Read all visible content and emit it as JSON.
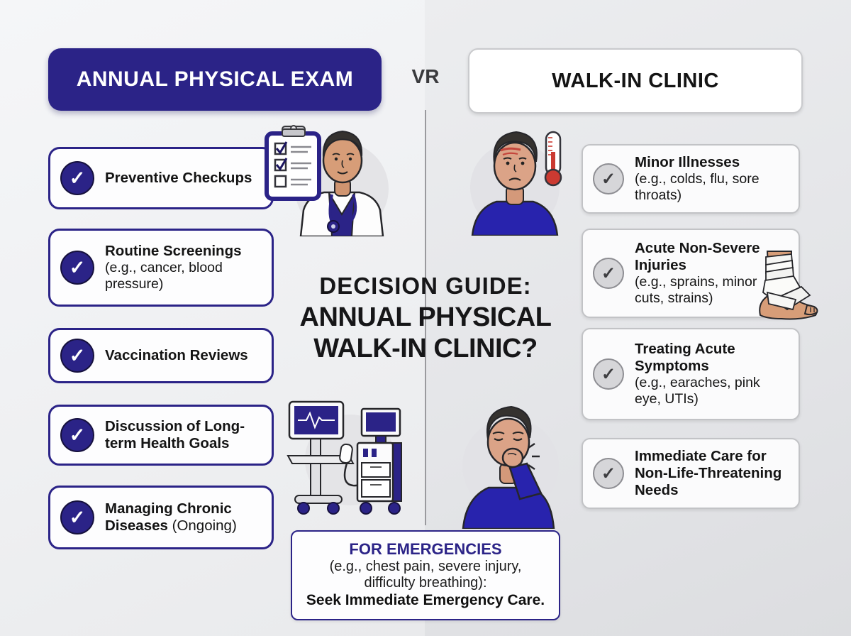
{
  "header": {
    "left_title": "ANNUAL PHYSICAL EXAM",
    "versus_label": "VR",
    "right_title": "WALK-IN CLINIC"
  },
  "center_title": {
    "line1": "DECISION GUIDE:",
    "line2": "ANNUAL PHYSICAL",
    "line3": "WALK-IN CLINIC?"
  },
  "left_column": {
    "items": [
      {
        "title": "Preventive Checkups",
        "suffix": "",
        "subtitle": ""
      },
      {
        "title": "Routine Screenings",
        "suffix": "",
        "subtitle": "(e.g., cancer, blood pressure)"
      },
      {
        "title": "Vaccination Reviews",
        "suffix": "",
        "subtitle": ""
      },
      {
        "title": "Discussion of Long-term Health Goals",
        "suffix": "",
        "subtitle": ""
      },
      {
        "title": "Managing Chronic Diseases",
        "suffix": " (Ongoing)",
        "subtitle": ""
      }
    ]
  },
  "right_column": {
    "items": [
      {
        "title": "Minor Illnesses",
        "subtitle": "(e.g., colds, flu, sore throats)"
      },
      {
        "title": "Acute Non-Severe Injuries",
        "subtitle": "(e.g., sprains, minor cuts, strains)"
      },
      {
        "title": "Treating Acute Symptoms",
        "subtitle": "(e.g., earaches, pink eye, UTIs)"
      },
      {
        "title": "Immediate Care for Non-Life-Threatening Needs",
        "subtitle": ""
      }
    ]
  },
  "emergency_box": {
    "heading": "FOR EMERGENCIES",
    "body_line1": "(e.g., chest pain, severe injury,",
    "body_line2": "difficulty breathing):",
    "emphasis": "Seek Immediate Emergency Care."
  },
  "icons": {
    "check_glyph": "✓",
    "left_check_style": "check-circle-indigo",
    "right_check_style": "check-circle-gray"
  },
  "illustrations": {
    "doctor": "doctor-with-clipboard",
    "sick_man": "man-with-fever-and-thermometer",
    "equipment": "medical-monitoring-equipment",
    "coughing_man": "coughing-man",
    "ankle": "bandaged-ankle"
  },
  "colors": {
    "accent_indigo": "#2b2387",
    "shirt_blue": "#2823ad",
    "text_dark": "#161618",
    "card_border_gray": "#c2c3c6",
    "check_gray_fill": "#d6d6d9",
    "background_left": "#f0f1f3",
    "background_right": "#e2e3e6",
    "thermometer_red": "#cb3a31",
    "skin_tone": "#d79d78"
  }
}
